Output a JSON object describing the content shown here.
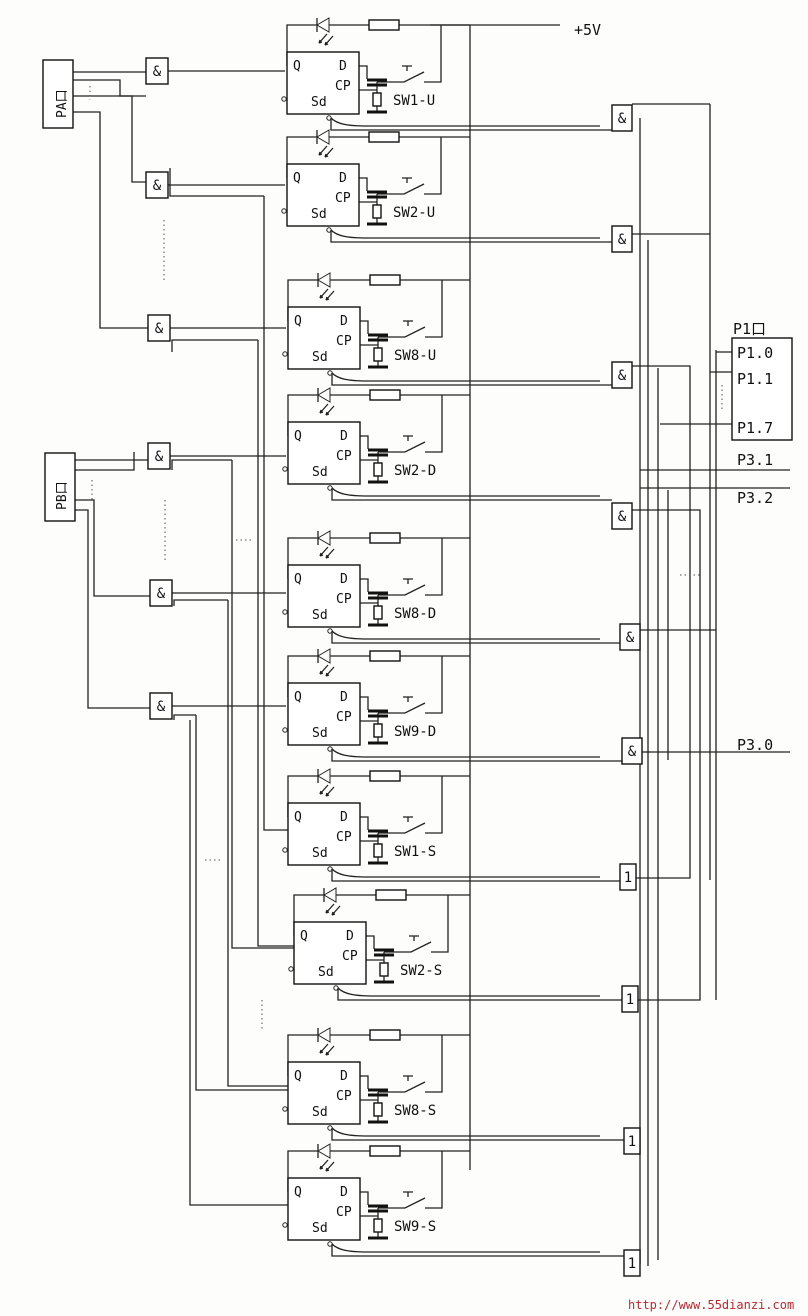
{
  "supply": "+5V",
  "ports": {
    "pa": "PA口",
    "pb": "PB口",
    "p1": {
      "title": "P1口",
      "pins": [
        "P1.0",
        "P1.1",
        "P1.7"
      ]
    },
    "p3": [
      "P3.1",
      "P3.2",
      "P3.0"
    ]
  },
  "gates": {
    "and_symbol": "&",
    "or_symbol": "1"
  },
  "flipflop_pins": {
    "q": "Q",
    "d": "D",
    "cp": "CP",
    "sd": "Sd"
  },
  "switches": [
    "SW1-U",
    "SW2-U",
    "SW8-U",
    "SW2-D",
    "SW8-D",
    "SW9-D",
    "SW1-S",
    "SW2-S",
    "SW8-S",
    "SW9-S"
  ],
  "watermark": "http://www.55dianzi.com"
}
